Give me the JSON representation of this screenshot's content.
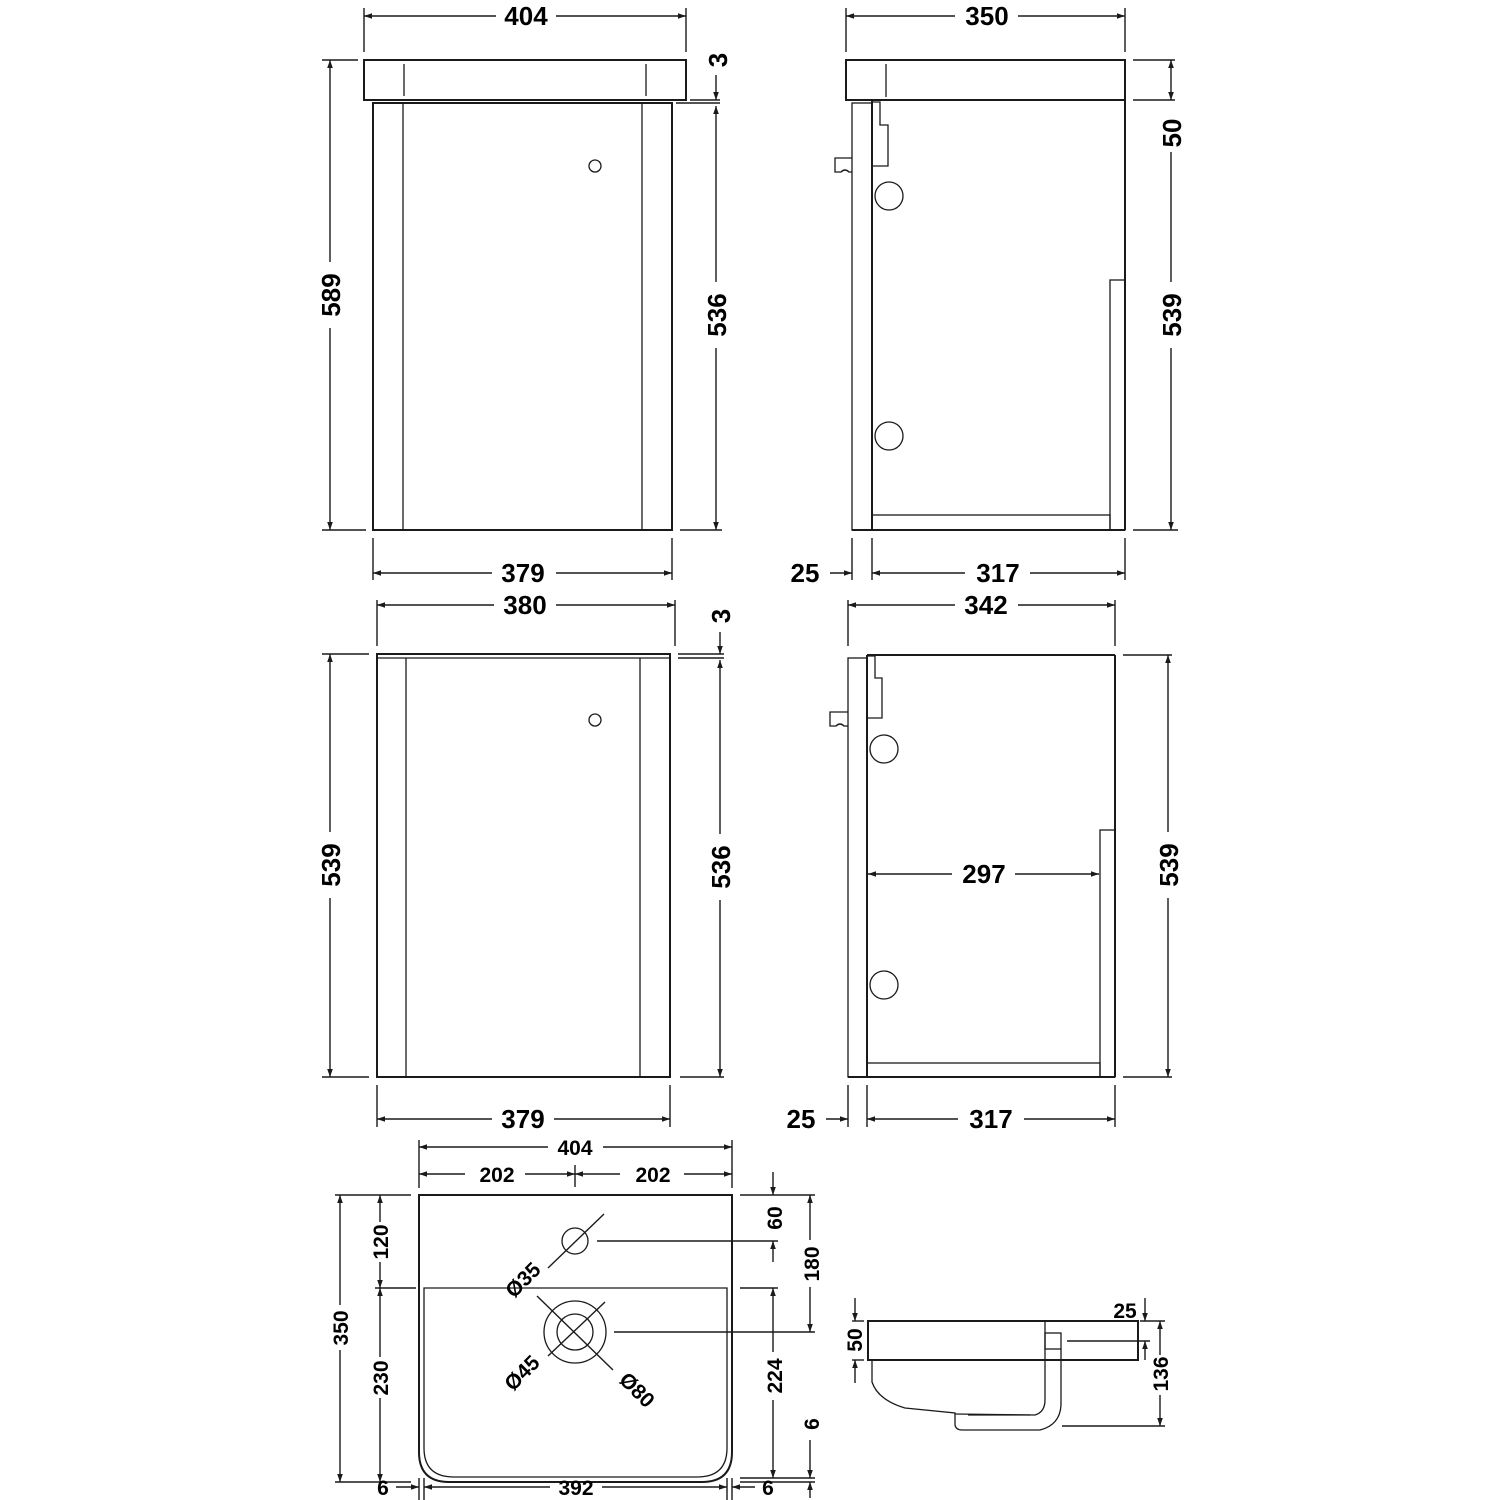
{
  "drawing": {
    "type": "technical-dimension-drawing",
    "units": "mm",
    "views": [
      {
        "id": "front-with-basin",
        "dims": {
          "top_width": "404",
          "top_gap": "3",
          "overall_height": "589",
          "cabinet_height": "536",
          "bottom_width": "379"
        }
      },
      {
        "id": "side-with-basin",
        "dims": {
          "top_depth": "350",
          "basin_height": "50",
          "cabinet_height": "539",
          "back_panel": "25",
          "cabinet_depth": "317"
        }
      },
      {
        "id": "front-with-worktop",
        "dims": {
          "top_width": "380",
          "top_gap": "3",
          "overall_height": "539",
          "cabinet_height": "536",
          "bottom_width": "379"
        }
      },
      {
        "id": "side-with-worktop",
        "dims": {
          "top_depth": "342",
          "inner_depth": "297",
          "cabinet_height": "539",
          "back_panel": "25",
          "cabinet_depth": "317"
        }
      },
      {
        "id": "basin-plan",
        "dims": {
          "overall_width": "404",
          "half_left": "202",
          "half_right": "202",
          "overall_depth": "350",
          "rear_to_bowl": "120",
          "bowl_depth": "230",
          "tap_offset": "60",
          "waste_offset": "180",
          "waste_to_front": "224",
          "front_lip": "6",
          "tap_hole_dia": "Ø35",
          "waste_dia": "Ø45",
          "waste_outer_dia": "Ø80",
          "bowl_width": "392",
          "left_margin": "6",
          "right_margin": "6"
        }
      },
      {
        "id": "basin-side",
        "dims": {
          "rim_height": "50",
          "tap_offset": "25",
          "overall_height": "136"
        }
      }
    ]
  }
}
